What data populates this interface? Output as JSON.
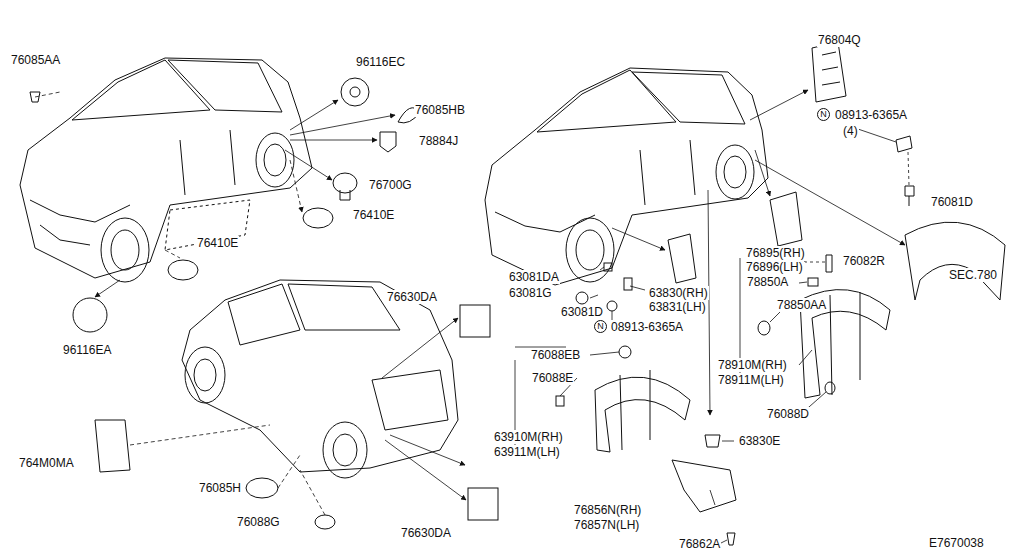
{
  "diagram": {
    "labels": [
      "76085AA",
      "96116EC",
      "76085HB",
      "78884J",
      "76700G",
      "76410E",
      "76410E",
      "96116EA",
      "76804Q",
      "N",
      "08913-6365A",
      "(4)",
      "76081D",
      "76895(RH)",
      "76896(LH)",
      "76082R",
      "SEC.780",
      "63081DA",
      "63081G",
      "63081D",
      "63830(RH)",
      "63831(LH)",
      "N",
      "08913-6365A",
      "76630DA",
      "78850A",
      "78850AA",
      "78910M(RH)",
      "78911M(LH)",
      "76088EB",
      "76088E",
      "63910M(RH)",
      "63911M(LH)",
      "76088D",
      "764M0MA",
      "63830E",
      "76856N(RH)",
      "76857N(LH)",
      "76862A",
      "76085H",
      "76088G",
      "76630DA",
      "E7670038"
    ]
  }
}
